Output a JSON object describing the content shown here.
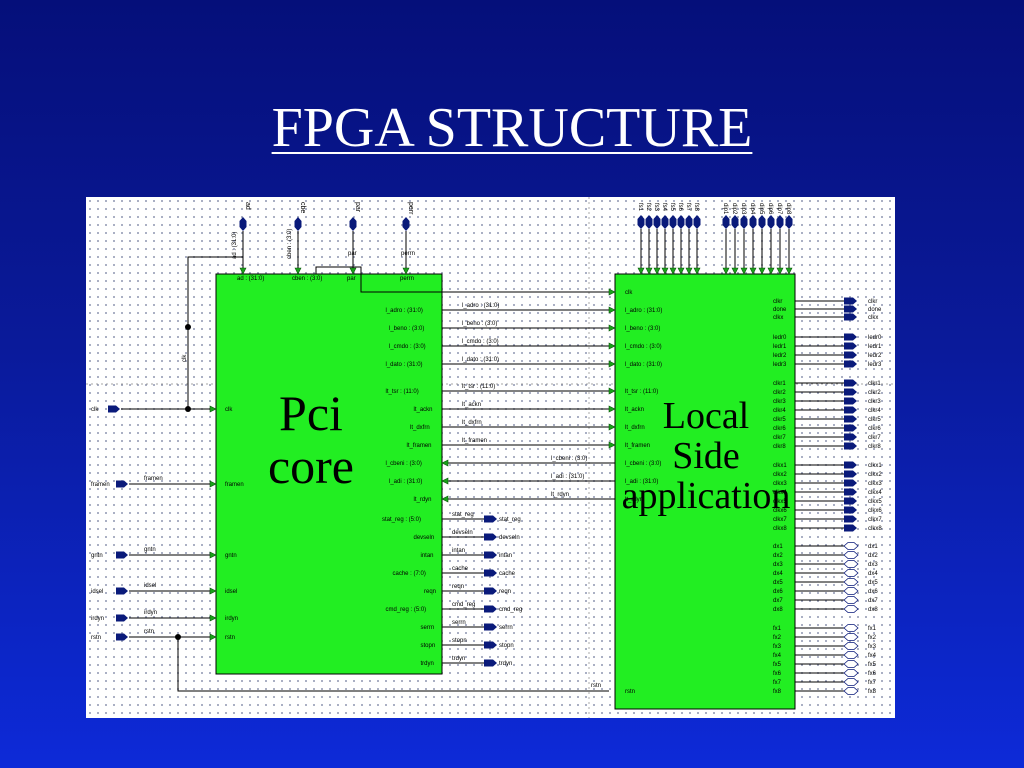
{
  "slide": {
    "title": "FPGA STRUCTURE"
  },
  "pci_core": {
    "label_line1": "Pci",
    "label_line2": "core",
    "top_ports": [
      "ad : (31:0)",
      "cben : (3:0)",
      "par",
      "perrn"
    ],
    "left_ports": [
      "clk",
      "framen",
      "gntn",
      "idsel",
      "irdyn",
      "rstn"
    ],
    "right_ports": [
      "l_adro : (31:0)",
      "l_beno : (3:0)",
      "l_cmdo : (3:0)",
      "l_dato : (31:0)",
      "lt_tsr : (11:0)",
      "lt_ackn",
      "lt_dxfrn",
      "lt_framen",
      "l_cbeni : (3:0)",
      "l_adi : (31:0)",
      "lt_rdyn",
      "stat_reg : (5:0)",
      "devseln",
      "intan",
      "cache : (7:0)",
      "reqn",
      "cmd_reg : (5:0)",
      "serrn",
      "stopn",
      "trdyn"
    ]
  },
  "local_side": {
    "label_line1": "Local",
    "label_line2": "Side",
    "label_line3": "application",
    "left_ports": [
      "clk",
      "l_adro : (31:0)",
      "l_beno : (3:0)",
      "l_cmdo : (3:0)",
      "l_dato : (31:0)",
      "lt_tsr : (11:0)",
      "lt_ackn",
      "lt_dxfrn",
      "lt_framen",
      "l_cbeni : (3:0)",
      "l_adi : (31:0)",
      "lt_rdyn",
      "rstn"
    ],
    "top_inputs_a": [
      "fs1",
      "fs2",
      "fs3",
      "fs4",
      "fs5",
      "fs6",
      "fs7",
      "fs8"
    ],
    "top_inputs_b": [
      "dip1",
      "dip2",
      "dip3",
      "dip4",
      "dip5",
      "dip6",
      "dip7",
      "dip8"
    ],
    "right_group_1": [
      "clkr",
      "done",
      "clkx"
    ],
    "right_group_2": [
      "ledr0",
      "ledr1",
      "ledr2",
      "ledr3"
    ],
    "right_group_3": [
      "clkr1",
      "clkr2",
      "clkr3",
      "clkr4",
      "clkr5",
      "clkr6",
      "clkr7",
      "clkr8"
    ],
    "right_group_4": [
      "clkx1",
      "clkx2",
      "clkx3",
      "clkx4",
      "clkx5",
      "clkx6",
      "clkx7",
      "clkx8"
    ],
    "right_group_5": [
      "dx1",
      "dx2",
      "dx3",
      "dx4",
      "dx5",
      "dx6",
      "dx7",
      "dx8"
    ],
    "right_group_6": [
      "fx1",
      "fx2",
      "fx3",
      "fx4",
      "fx5",
      "fx6",
      "fx7",
      "fx8"
    ]
  },
  "external_inputs": [
    "clk",
    "framen",
    "gntn",
    "idsel",
    "irdyn",
    "rstn"
  ],
  "external_top": [
    "ad",
    "cbe",
    "par",
    "perr"
  ],
  "external_outputs": [
    "stat_reg",
    "devseln",
    "intan",
    "cache",
    "reqn",
    "cmd_reg",
    "serrn",
    "stopn",
    "trdyn"
  ],
  "colors": {
    "background": "#0a1a9a",
    "block": "#22ee22",
    "wire": "#000000",
    "port": "#0a1a7a",
    "title": "#ffffff"
  }
}
